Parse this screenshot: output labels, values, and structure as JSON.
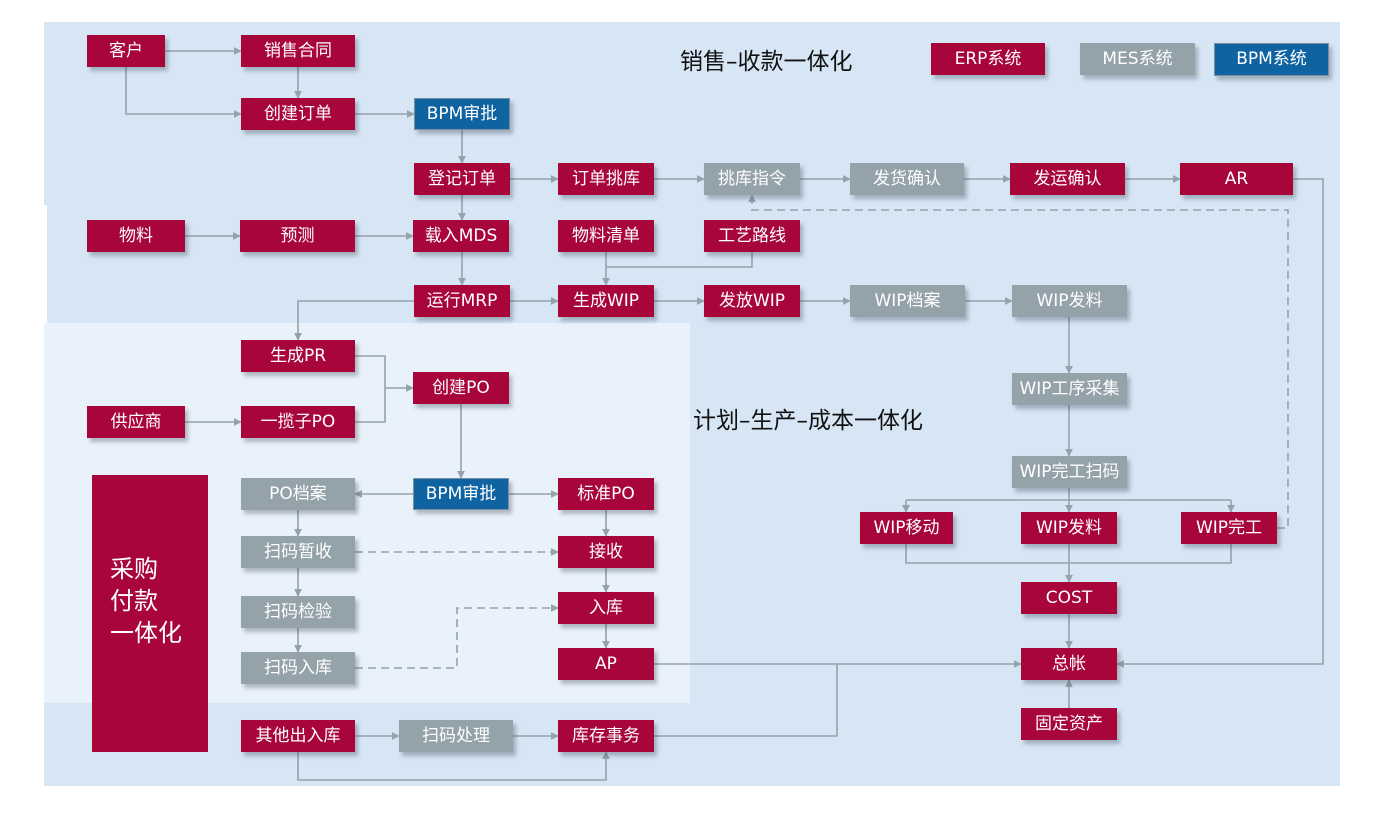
{
  "titles": {
    "sales": "销售–收款一体化",
    "plan": "计划–生产–成本一体化",
    "procurement": [
      "采购",
      "付款",
      "一体化"
    ]
  },
  "legend": [
    {
      "label": "ERP系统",
      "system": "erp",
      "color": "#a8063a"
    },
    {
      "label": "MES系统",
      "system": "mes",
      "color": "#94a2aa"
    },
    {
      "label": "BPM系统",
      "system": "bpm",
      "color": "#0e63a0"
    }
  ],
  "nodes": {
    "customer": {
      "label": "客户",
      "system": "erp"
    },
    "sales_contract": {
      "label": "销售合同",
      "system": "erp"
    },
    "create_order": {
      "label": "创建订单",
      "system": "erp"
    },
    "bpm_approve_1": {
      "label": "BPM审批",
      "system": "bpm"
    },
    "register_order": {
      "label": "登记订单",
      "system": "erp"
    },
    "order_pick": {
      "label": "订单挑库",
      "system": "erp"
    },
    "pick_instruction": {
      "label": "挑库指令",
      "system": "mes"
    },
    "delivery_confirm": {
      "label": "发货确认",
      "system": "mes"
    },
    "shipping_confirm": {
      "label": "发运确认",
      "system": "erp"
    },
    "ar": {
      "label": "AR",
      "system": "erp"
    },
    "material": {
      "label": "物料",
      "system": "erp"
    },
    "forecast": {
      "label": "预测",
      "system": "erp"
    },
    "load_mds": {
      "label": "载入MDS",
      "system": "erp"
    },
    "bom": {
      "label": "物料清单",
      "system": "erp"
    },
    "routing": {
      "label": "工艺路线",
      "system": "erp"
    },
    "run_mrp": {
      "label": "运行MRP",
      "system": "erp"
    },
    "gen_wip": {
      "label": "生成WIP",
      "system": "erp"
    },
    "release_wip": {
      "label": "发放WIP",
      "system": "erp"
    },
    "wip_file": {
      "label": "WIP档案",
      "system": "mes"
    },
    "wip_issue_mes": {
      "label": "WIP发料",
      "system": "mes"
    },
    "wip_op_collect": {
      "label": "WIP工序采集",
      "system": "mes"
    },
    "wip_complete_scan": {
      "label": "WIP完工扫码",
      "system": "mes"
    },
    "wip_move": {
      "label": "WIP移动",
      "system": "erp"
    },
    "wip_issue": {
      "label": "WIP发料",
      "system": "erp"
    },
    "wip_complete": {
      "label": "WIP完工",
      "system": "erp"
    },
    "cost": {
      "label": "COST",
      "system": "erp"
    },
    "gl": {
      "label": "总帐",
      "system": "erp"
    },
    "fixed_assets": {
      "label": "固定资产",
      "system": "erp"
    },
    "gen_pr": {
      "label": "生成PR",
      "system": "erp"
    },
    "blanket_po": {
      "label": "一揽子PO",
      "system": "erp"
    },
    "supplier": {
      "label": "供应商",
      "system": "erp"
    },
    "create_po": {
      "label": "创建PO",
      "system": "erp"
    },
    "bpm_approve_2": {
      "label": "BPM审批",
      "system": "bpm"
    },
    "po_file": {
      "label": "PO档案",
      "system": "mes"
    },
    "standard_po": {
      "label": "标准PO",
      "system": "erp"
    },
    "scan_temp_receive": {
      "label": "扫码暂收",
      "system": "mes"
    },
    "receive": {
      "label": "接收",
      "system": "erp"
    },
    "scan_inspect": {
      "label": "扫码检验",
      "system": "mes"
    },
    "warehouse_in": {
      "label": "入库",
      "system": "erp"
    },
    "scan_warehouse_in": {
      "label": "扫码入库",
      "system": "mes"
    },
    "ap": {
      "label": "AP",
      "system": "erp"
    },
    "other_in_out": {
      "label": "其他出入库",
      "system": "erp"
    },
    "scan_process": {
      "label": "扫码处理",
      "system": "mes"
    },
    "inventory_txn": {
      "label": "库存事务",
      "system": "erp"
    }
  }
}
